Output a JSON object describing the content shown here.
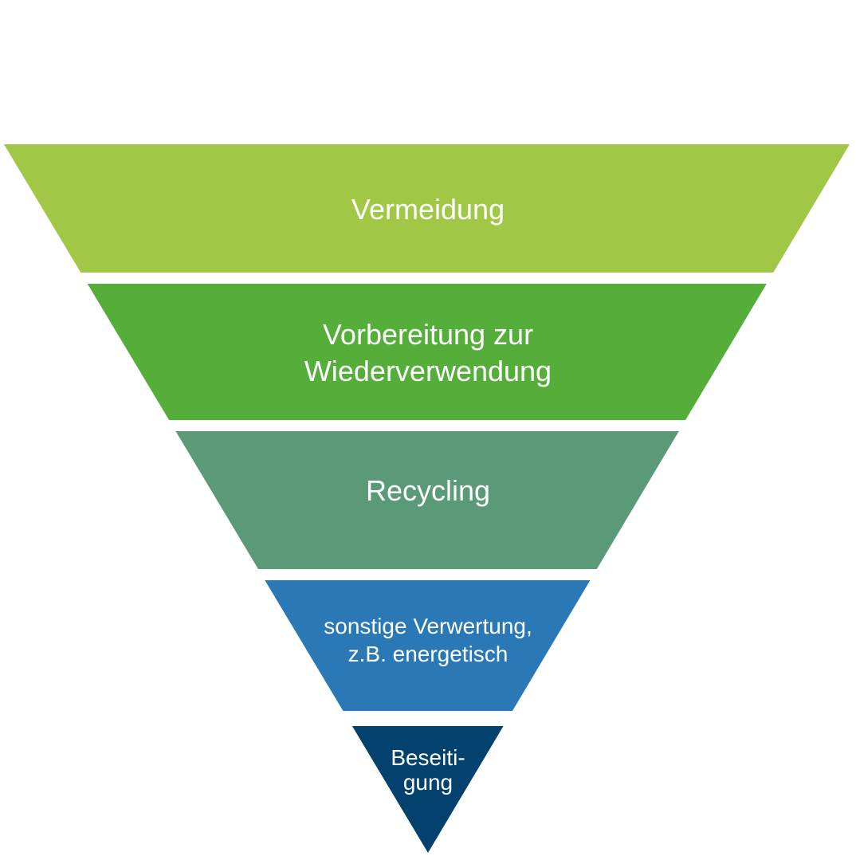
{
  "diagram": {
    "tiers": [
      {
        "label_lines": [
          "Vermeidung"
        ],
        "color": "#a0c846"
      },
      {
        "label_lines": [
          "Vorbereitung zur",
          "Wiederverwendung"
        ],
        "color": "#55ae3a"
      },
      {
        "label_lines": [
          "Recycling"
        ],
        "color": "#5a9a79"
      },
      {
        "label_lines": [
          "sonstige Verwertung,",
          "z.B. energetisch"
        ],
        "color": "#2a79b6"
      },
      {
        "label_lines": [
          "Beseiti-",
          "gung"
        ],
        "color": "#03426e"
      }
    ]
  }
}
